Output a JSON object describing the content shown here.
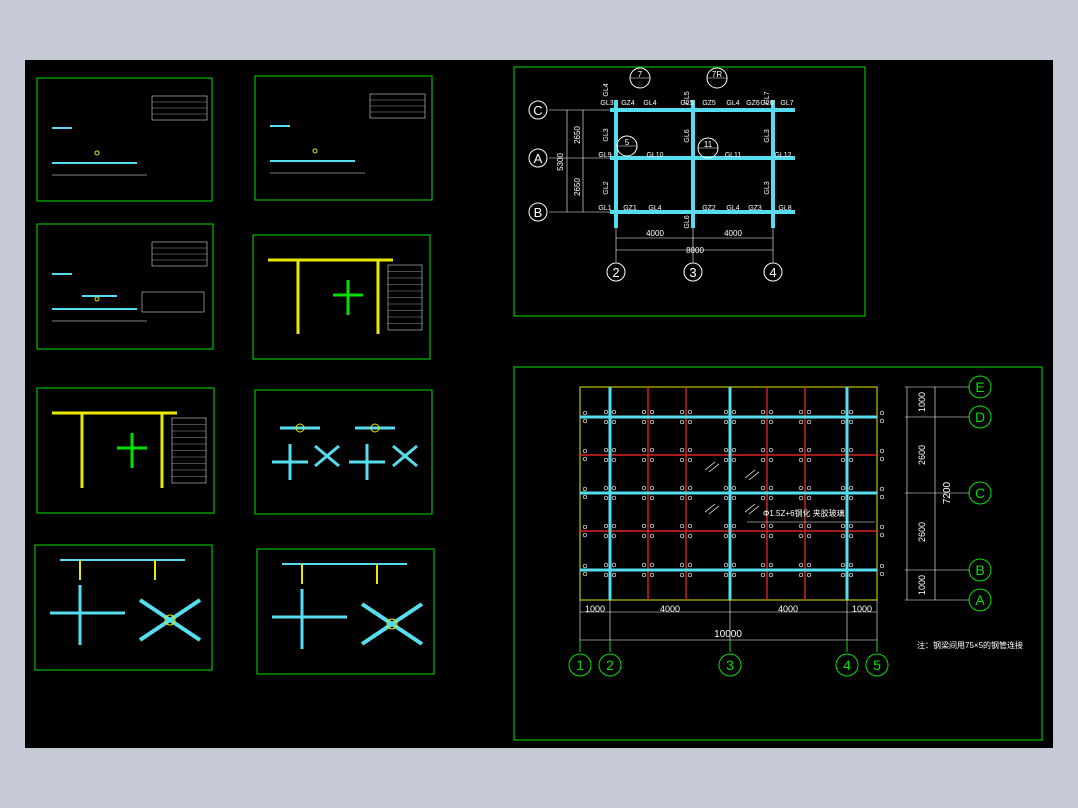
{
  "colors": {
    "frame": "#00e000",
    "beam": "#55ddee",
    "grid_red": "#dd2222",
    "yellow": "#e8e800",
    "white": "#ffffff",
    "background": "#000000"
  },
  "plan_top": {
    "axes_v": [
      "2",
      "3",
      "4"
    ],
    "axes_h": [
      "C",
      "A",
      "B"
    ],
    "row_c_labels": [
      "GL3",
      "GZ4",
      "GL4",
      "GL5",
      "GZ5",
      "GL4",
      "GZ6",
      "GL6",
      "GL7"
    ],
    "row_a_labels": [
      "GL9",
      "GL10",
      "GL11",
      "GL12"
    ],
    "row_b_labels": [
      "GL1",
      "GZ1",
      "GL4",
      "GZ2",
      "GL4",
      "GZ3",
      "GL8"
    ],
    "col_labels": [
      "GL4",
      "GL3",
      "GL2",
      "GL5",
      "GL6",
      "GL6",
      "GL7",
      "GL3",
      "GL3"
    ],
    "callouts": [
      "7",
      "7R",
      "5",
      "11"
    ],
    "dims_bottom": [
      "4000",
      "4000",
      "8000"
    ],
    "dims_left": [
      "2650",
      "2650",
      "5300"
    ]
  },
  "plan_bottom": {
    "axes_v": [
      "1",
      "2",
      "3",
      "4",
      "5"
    ],
    "axes_h": [
      "E",
      "D",
      "C",
      "B",
      "A"
    ],
    "dims_bottom": [
      "1000",
      "4000",
      "4000",
      "1000",
      "10000"
    ],
    "dims_right": [
      "1000",
      "2600",
      "2600",
      "1000",
      "7200"
    ],
    "annotation": "Φ1.5Z+6钢化 夹胶玻璃",
    "note": "注：钢梁间用75×5的钢管连接"
  }
}
